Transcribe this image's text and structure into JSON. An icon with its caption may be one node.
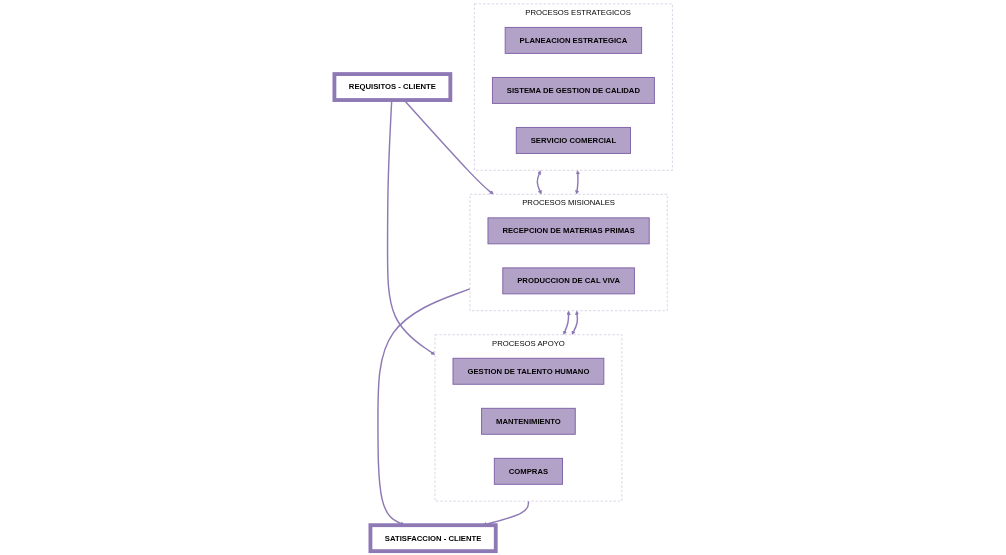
{
  "diagram": {
    "nodes": [
      {
        "text": [
          "REQUISITOS - CLIENTE"
        ]
      },
      {
        "text": [
          "PROCESOS ESTRATEGICOS"
        ]
      },
      {
        "text": [
          "PLANEACION ESTRATEGICA"
        ],
        "in": 1
      },
      {
        "text": [
          "SISTEMA DE GESTION DE CALIDAD"
        ],
        "in": 1
      },
      {
        "text": [
          "SERVICIO COMERCIAL"
        ],
        "in": 1
      },
      {
        "text": [
          "PROCESOS MISIONALES"
        ]
      },
      {
        "text": [
          "RECEPCION DE MATERIAS PRIMAS"
        ],
        "in": 5
      },
      {
        "text": [
          "PRODUCCION DE CAL VIVA"
        ],
        "in": 5
      },
      {
        "text": [
          "PROCESOS APOYO"
        ]
      },
      {
        "text": [
          "GESTION DE TALENTO HUMANO"
        ],
        "in": 8
      },
      {
        "text": [
          "MANTENIMIENTO"
        ],
        "in": 8
      },
      {
        "text": [
          "COMPRAS"
        ],
        "in": 8
      },
      {
        "text": [
          "SATISFACCION - CLIENTE"
        ]
      }
    ],
    "edges": [
      {
        "from": 0,
        "to": 5,
        "arrow": "to"
      },
      {
        "from": 0,
        "to": 8,
        "arrow": "to"
      },
      {
        "from": 1,
        "to": 5,
        "arrow": "both"
      },
      {
        "from": 1,
        "to": 5,
        "arrow": "both"
      },
      {
        "from": 5,
        "to": 8,
        "arrow": "both"
      },
      {
        "from": 5,
        "to": 8,
        "arrow": "both"
      },
      {
        "from": 5,
        "to": 12,
        "arrow": "to"
      },
      {
        "from": 8,
        "to": 12,
        "arrow": "to"
      }
    ]
  }
}
